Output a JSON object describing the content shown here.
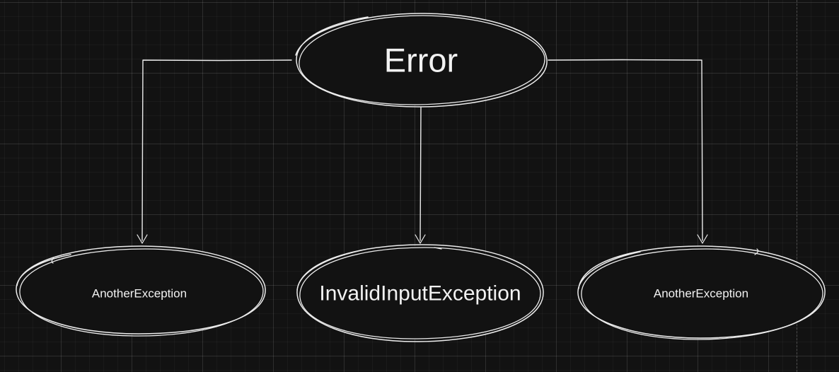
{
  "diagram": {
    "root": {
      "label": "Error"
    },
    "children": [
      {
        "label": "AnotherException"
      },
      {
        "label": "InvalidInputException"
      },
      {
        "label": "AnotherException"
      }
    ]
  },
  "colors": {
    "background": "#121212",
    "grid": "#2a2a2a",
    "stroke": "#ececec",
    "node_fill": "#121212",
    "text": "#f2f2f2"
  }
}
